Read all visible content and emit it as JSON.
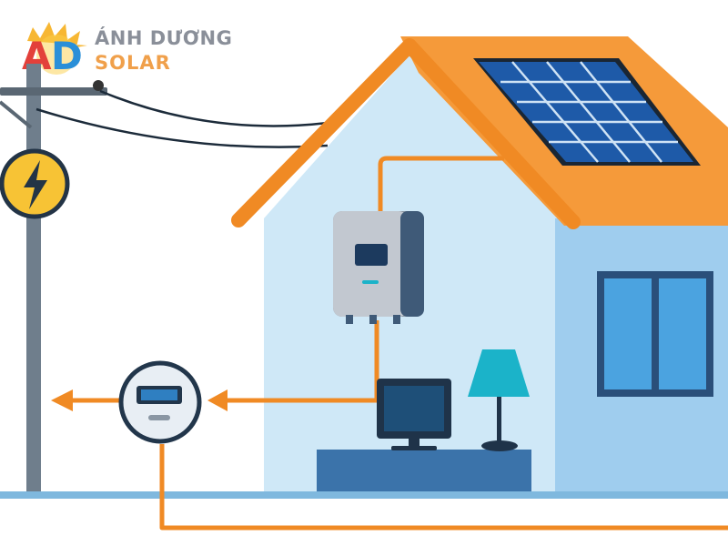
{
  "logo": {
    "initials": "AD",
    "name": "ÁNH DƯƠNG",
    "sub": "SOLAR"
  },
  "colors": {
    "orange": "#f08a24",
    "roof": "#f59a3a",
    "wall_light": "#cfe8f7",
    "wall_side": "#9fcdee",
    "panel": "#1e5aa8",
    "inverter": "#c2c8d0",
    "meter_screen": "#2f7fc1",
    "lamp": "#1bb3c9",
    "pole": "#6f7e8c",
    "bolt_bg": "#f7c335",
    "ground": "#7fb8de"
  },
  "icons": [
    "lightning-bolt-icon",
    "solar-panel-icon",
    "inverter-icon",
    "electric-meter-icon",
    "monitor-icon",
    "lamp-icon"
  ]
}
